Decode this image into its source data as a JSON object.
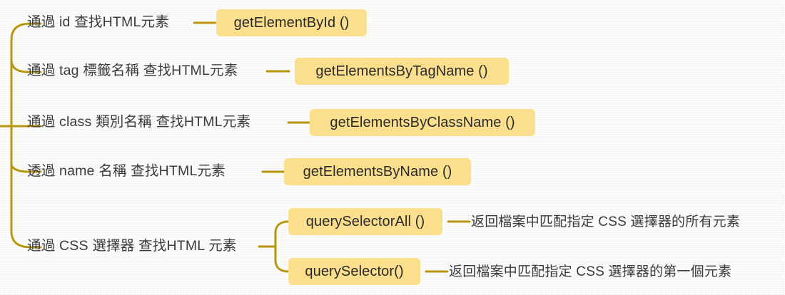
{
  "diagram": {
    "type": "mind-map",
    "title_text": "",
    "colors": {
      "background": "#f6f6f4",
      "branch_line": "#b8960b",
      "badge_fill": "#fbdf8c",
      "text": "#3b3b3b",
      "badge_text": "#2a2a2a"
    },
    "branches": [
      {
        "id": "by-id",
        "label": "通過 id 查找HTML元素",
        "method": "getElementById ()",
        "description": ""
      },
      {
        "id": "by-tag",
        "label": "通過 tag 標籤名稱 查找HTML元素",
        "method": "getElementsByTagName ()",
        "description": ""
      },
      {
        "id": "by-class",
        "label": "通過 class 類別名稱 查找HTML元素",
        "method": "getElementsByClassName ()",
        "description": ""
      },
      {
        "id": "by-name",
        "label": "透過 name 名稱 查找HTML元素",
        "method": "getElementsByName ()",
        "description": ""
      },
      {
        "id": "by-css-selector",
        "label": "通過 CSS 選擇器 查找HTML 元素",
        "method": "",
        "description": "",
        "children": [
          {
            "id": "query-selector-all",
            "method": "querySelectorAll ()",
            "description": "返回檔案中匹配指定 CSS 選擇器的所有元素"
          },
          {
            "id": "query-selector",
            "method": "querySelector()",
            "description": "返回檔案中匹配指定 CSS 選擇器的第一個元素"
          }
        ]
      }
    ]
  }
}
